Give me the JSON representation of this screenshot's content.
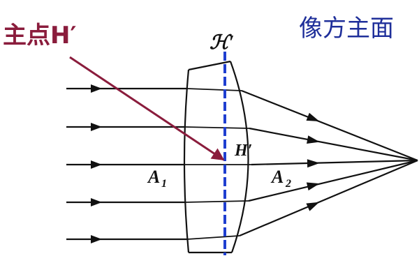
{
  "labels": {
    "principal_point": "主点H′",
    "image_principal_plane": "像方主面",
    "plane_symbol": "ℋ′",
    "point_symbol": "H′",
    "vertex_front_letter": "A",
    "vertex_front_sub": "1",
    "vertex_back_letter": "A",
    "vertex_back_sub": "2"
  },
  "colors": {
    "principal_point_label": "#8a1c3c",
    "principal_point_arrow": "#8a1c3c",
    "principal_plane_label": "#1f2f9a",
    "principal_plane_line": "#1f3fd0",
    "rays": "#111111",
    "lens": "#111111"
  }
}
